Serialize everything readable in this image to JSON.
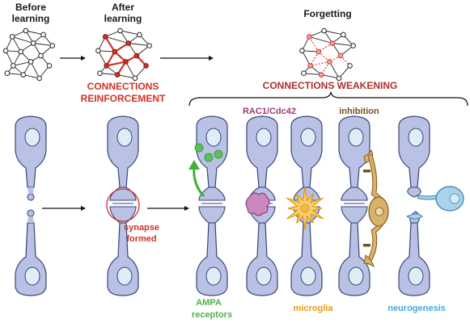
{
  "stages": {
    "before_line1": "Before",
    "before_line2": "learning",
    "after_line1": "After",
    "after_line2": "learning",
    "forgetting": "Forgetting"
  },
  "headings": {
    "reinforcement_line1": "CONNECTIONS",
    "reinforcement_line2": "REINFORCEMENT",
    "weakening": "CONNECTIONS WEAKENING"
  },
  "labels": {
    "synapse_line1": "synapse",
    "synapse_line2": "formed",
    "ampa_line1": "AMPA",
    "ampa_line2": "receptors",
    "rac1": "RAC1/Cdc42",
    "inhibition": "inhibition",
    "microglia": "microglia",
    "neurogenesis": "neurogenesis"
  },
  "colors": {
    "neuron_fill": "#b9c2e4",
    "neuron_stroke": "#3b4579",
    "nucleus": "#dfeef6",
    "red": "#d3312a",
    "dark_red": "#a8322c",
    "green": "#4db14a",
    "magenta": "#a3357b",
    "brown": "#7a4e1c",
    "orange": "#e59a12",
    "blue": "#4aa8d8",
    "microglia_fill": "#f7cd6e",
    "inhibitory_fill": "#d7b26a",
    "rac_fill": "#c989be",
    "neuro_fill": "#a9d3ea"
  }
}
